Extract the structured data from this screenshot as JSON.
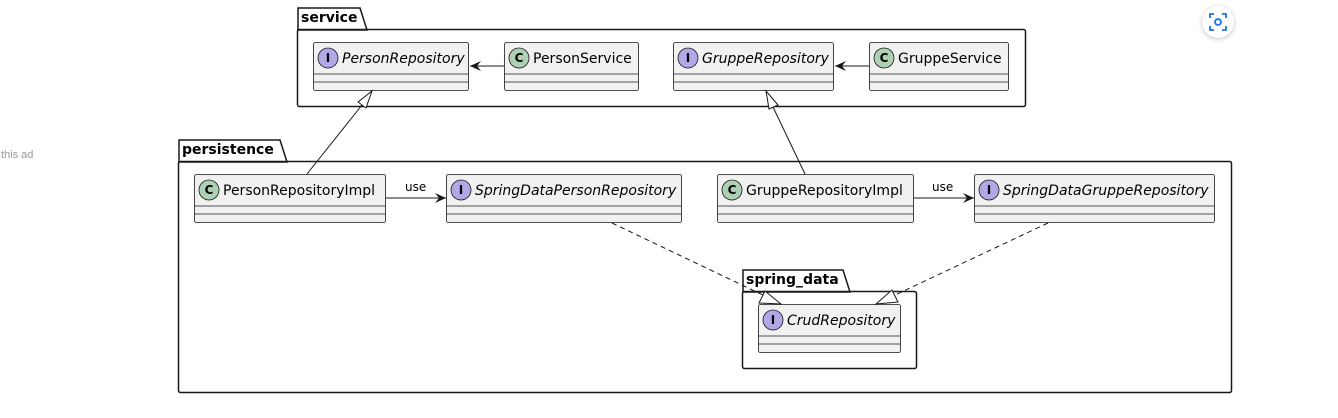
{
  "side_text": "this ad",
  "colors": {
    "class_fill": "#f1f1f1",
    "interface_badge": "#b4a7e5",
    "class_badge": "#add1b2",
    "stroke": "#181818",
    "focus_icon": "#1a73e8"
  },
  "diagram": {
    "packages": {
      "service": "service",
      "persistence": "persistence",
      "spring_data": "spring_data"
    },
    "classes": {
      "person_repository": {
        "name": "PersonRepository",
        "kind": "I"
      },
      "person_service": {
        "name": "PersonService",
        "kind": "C"
      },
      "gruppe_repository": {
        "name": "GruppeRepository",
        "kind": "I"
      },
      "gruppe_service": {
        "name": "GruppeService",
        "kind": "C"
      },
      "person_repository_impl": {
        "name": "PersonRepositoryImpl",
        "kind": "C"
      },
      "spring_data_person_repository": {
        "name": "SpringDataPersonRepository",
        "kind": "I"
      },
      "gruppe_repository_impl": {
        "name": "GruppeRepositoryImpl",
        "kind": "C"
      },
      "spring_data_gruppe_repository": {
        "name": "SpringDataGruppeRepository",
        "kind": "I"
      },
      "crud_repository": {
        "name": "CrudRepository",
        "kind": "I"
      }
    },
    "relations": {
      "use_person": "use",
      "use_gruppe": "use"
    }
  },
  "toolbar": {
    "focus_icon": "focus-frame-icon"
  }
}
